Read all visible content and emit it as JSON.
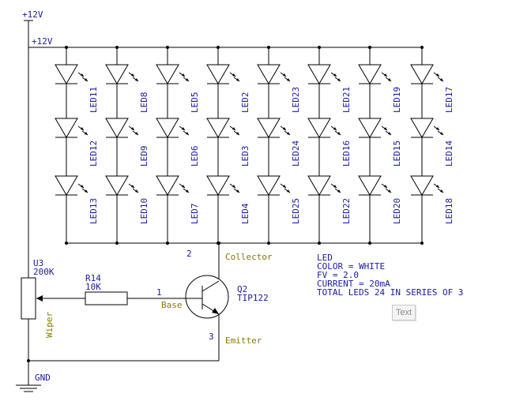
{
  "supply": {
    "top_label": "+12V",
    "rail_label": "+12V"
  },
  "led_columns": [
    [
      "LED11",
      "LED12",
      "LED13"
    ],
    [
      "LED8",
      "LED9",
      "LED10"
    ],
    [
      "LED5",
      "LED6",
      "LED7"
    ],
    [
      "LED2",
      "LED3",
      "LED4"
    ],
    [
      "LED23",
      "LED24",
      "LED25"
    ],
    [
      "LED21",
      "LED16",
      "LED22"
    ],
    [
      "LED19",
      "LED15",
      "LED20"
    ],
    [
      "LED17",
      "LED14",
      "LED18"
    ]
  ],
  "pot": {
    "ref": "U3",
    "value": "200K",
    "wiper_label": "Wiper"
  },
  "resistor": {
    "ref": "R14",
    "value": "10K"
  },
  "transistor": {
    "ref": "Q2",
    "part": "TIP122",
    "pin_collector": "2",
    "pin_base": "1",
    "pin_emitter": "3",
    "collector_label": "Collector",
    "base_label": "Base",
    "emitter_label": "Emitter"
  },
  "ground_label": "GND",
  "notes": [
    "LED",
    "COLOR = WHITE",
    "FV = 2.0",
    "CURRENT = 20mA",
    "TOTAL LEDS 24  IN SERIES OF 3"
  ],
  "text_button": "Text"
}
